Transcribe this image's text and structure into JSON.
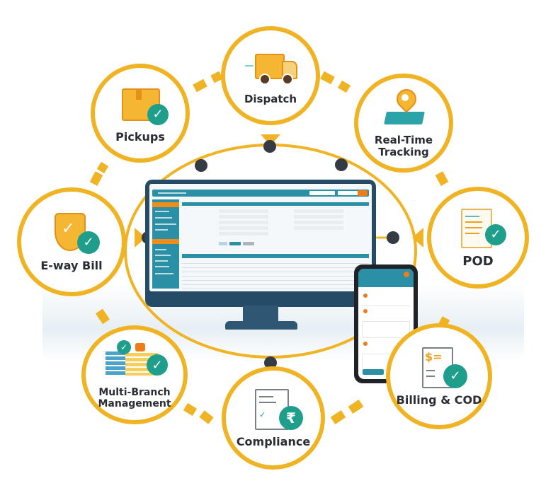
{
  "diagram": {
    "theme_colors": {
      "ring": "#f0b323",
      "accent_teal": "#1f9e8c",
      "dot": "#353b45",
      "monitor": "#264b66",
      "app_primary": "#2b8fa6",
      "app_orange": "#f07c17"
    },
    "center": {
      "devices": [
        "desktop-monitor",
        "mobile-phone"
      ],
      "description": "Logistics management dashboard"
    },
    "nodes": [
      {
        "id": "dispatch",
        "label": "Dispatch",
        "icon": "delivery-truck-icon"
      },
      {
        "id": "real-time-tracking",
        "label_line1": "Real-Time",
        "label_line2": "Tracking",
        "icon": "map-pin-icon"
      },
      {
        "id": "pod",
        "label": "POD",
        "icon": "document-check-icon"
      },
      {
        "id": "billing-cod",
        "label": "Billing & COD",
        "icon": "invoice-dollar-icon"
      },
      {
        "id": "compliance",
        "label": "Compliance",
        "icon": "document-rupee-icon"
      },
      {
        "id": "multi-branch",
        "label_line1": "Multi-Branch",
        "label_line2": "Management",
        "icon": "branches-grid-icon"
      },
      {
        "id": "eway-bill",
        "label": "E-way Bill",
        "icon": "shield-check-icon"
      },
      {
        "id": "pickups",
        "label": "Pickups",
        "icon": "package-box-icon"
      }
    ],
    "check_glyph": "✓",
    "rupee_glyph": "₹",
    "dollar_glyph": "$="
  }
}
